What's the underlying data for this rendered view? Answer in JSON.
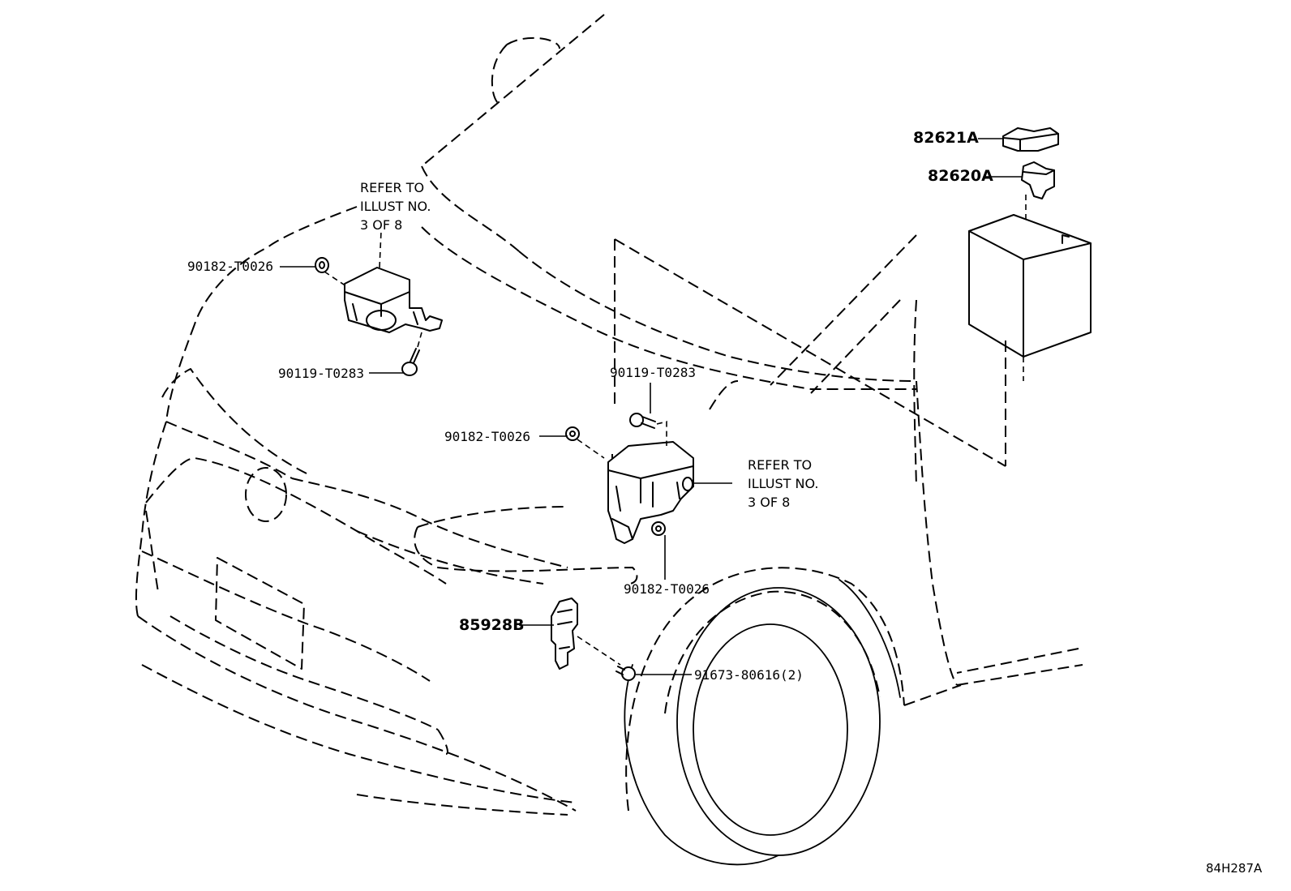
{
  "callouts": {
    "c1": "90182-T0026",
    "c2": "90119-T0283",
    "c3": "90119-T0283",
    "c4": "90182-T0026",
    "c5": "90182-T0026",
    "c6": "85928B",
    "c7": "91673-80616(2)",
    "c8": "82621A",
    "c9": "82620A"
  },
  "notes": {
    "left": "REFER TO\nILLUST NO.\n3 OF 8",
    "right": "REFER TO\nILLUST NO.\n3 OF 8"
  },
  "drawing_code": "84H287A"
}
